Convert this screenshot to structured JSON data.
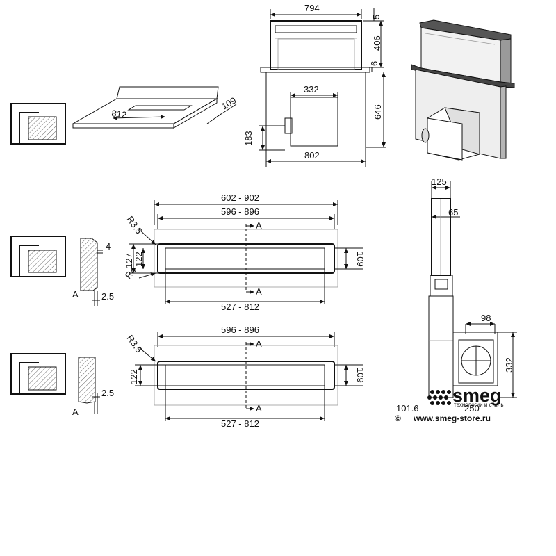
{
  "top_view": {
    "dims": {
      "width_outer": "794",
      "top_gap": "5",
      "glass_height": "406",
      "base_gap": "6",
      "body_height": "646",
      "motor_width": "332",
      "motor_offset": "183",
      "base_width": "802"
    }
  },
  "iso_view": {
    "dims": {
      "length": "812",
      "depth": "109"
    }
  },
  "side_view": {
    "dims": {
      "top_width": "125",
      "offset": "65",
      "motor_width": "98",
      "motor_height": "332",
      "bottom_left": "101.6",
      "bottom_right": "250"
    }
  },
  "cutout_1": {
    "dims": {
      "outer_range": "602 - 902",
      "inner_range": "596 - 896",
      "slot_range": "527 - 812",
      "radius_top": "R3.5",
      "radius_bottom": "R4",
      "height_outer": "127",
      "height_inner": "122",
      "slot_height": "109",
      "section_label": "A",
      "section_top": "A",
      "section_bottom": "A",
      "lip": "4",
      "edge": "2.5"
    }
  },
  "cutout_2": {
    "dims": {
      "inner_range": "596 - 896",
      "slot_range": "527 - 812",
      "radius_top": "R3.5",
      "height_inner": "122",
      "slot_height": "109",
      "section_label": "A",
      "section_top": "A",
      "section_bottom": "A",
      "edge": "2.5"
    }
  },
  "logo": {
    "brand": "smeg",
    "tagline": "технологии и стиль"
  },
  "footer": {
    "copyright_symbol": "©",
    "url": "www.smeg-store.ru"
  },
  "colors": {
    "line": "#111111",
    "background": "#ffffff"
  }
}
